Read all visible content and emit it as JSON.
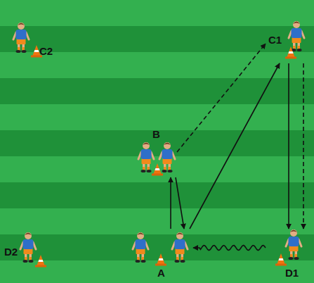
{
  "diagram": {
    "nodes": [
      {
        "text": [
          "C2"
        ]
      },
      {
        "text": [
          "C1"
        ]
      },
      {
        "text": [
          "B"
        ]
      },
      {
        "text": [
          "D2"
        ]
      },
      {
        "text": [
          "A"
        ]
      },
      {
        "text": [
          "D1"
        ]
      }
    ],
    "edges": [
      {
        "from": 4,
        "to": 2,
        "arrow": "to"
      },
      {
        "from": 2,
        "to": 4,
        "arrow": "to"
      },
      {
        "from": 4,
        "to": 1,
        "arrow": "to"
      },
      {
        "from": 2,
        "to": 1,
        "arrow": "to"
      },
      {
        "from": 1,
        "to": 5,
        "arrow": "to"
      },
      {
        "from": 1,
        "to": 5,
        "arrow": "to"
      },
      {
        "from": 5,
        "to": 4,
        "arrow": "to"
      }
    ]
  }
}
